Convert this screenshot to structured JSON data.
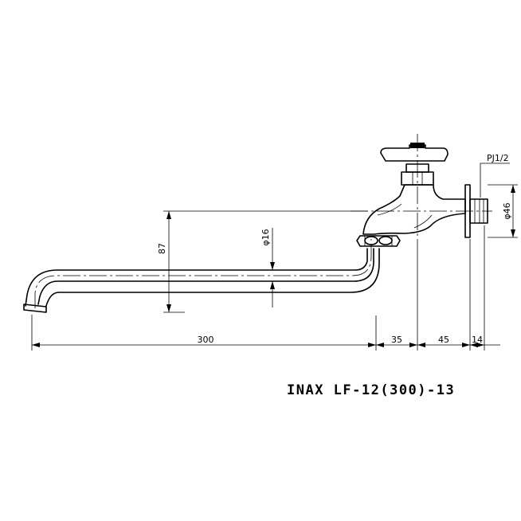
{
  "model_label": "INAX LF-12(300)-13",
  "dimensions": {
    "spout_length": "300",
    "body_offset": "35",
    "body_length": "45",
    "thread_length": "14",
    "spout_height": "87",
    "pipe_diameter": "φ16",
    "flange_diameter": "φ46",
    "thread_spec": "PJ1/2"
  }
}
